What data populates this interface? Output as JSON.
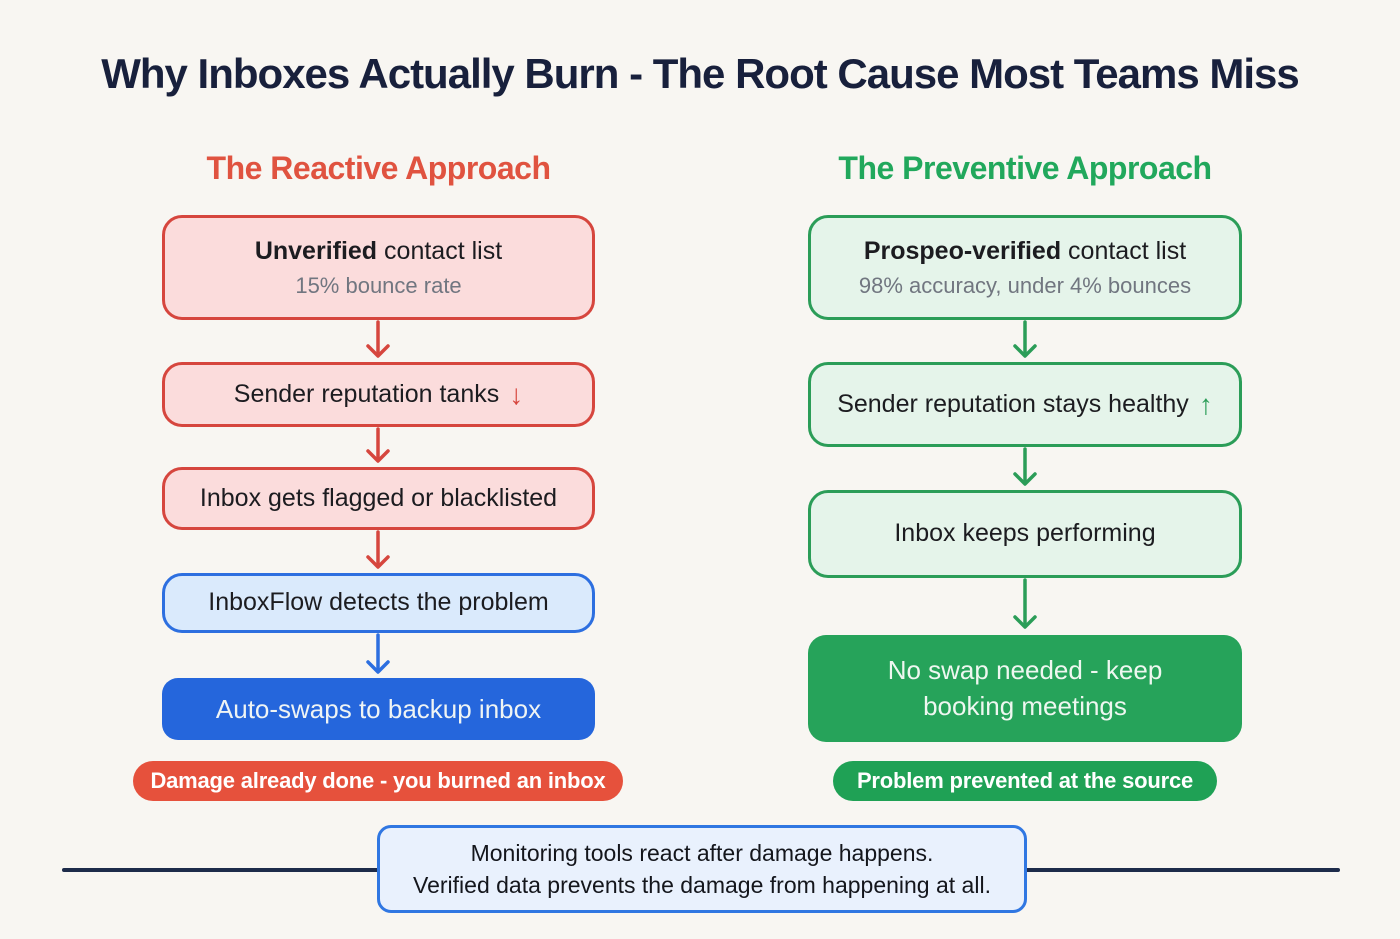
{
  "palette": {
    "background": "#f8f6f2",
    "title_navy": "#18203c",
    "red_border": "#d6463e",
    "red_heading": "#e05340",
    "red_fill": "#fbdcdc",
    "badge_red": "#e6513c",
    "blue_border": "#2d6fe0",
    "blue_fill": "#daeafc",
    "blue_solid": "#2566dc",
    "green_border": "#2b9d58",
    "green_heading": "#21a85c",
    "green_fill": "#e5f4ea",
    "green_solid": "#26a35a",
    "badge_green": "#1fa155",
    "divider_navy": "#1d2b4a",
    "footer_fill": "#e9f1fd",
    "footer_border": "#3077e2"
  },
  "header": {
    "title": "Why Inboxes Actually Burn - The Root Cause Most Teams Miss"
  },
  "reactive": {
    "heading": "The Reactive Approach",
    "step1": {
      "bold": "Unverified",
      "rest": " contact list",
      "subtitle": "15% bounce rate"
    },
    "step2": {
      "text": "Sender reputation tanks",
      "icon": "↓"
    },
    "step3": {
      "text": "Inbox gets flagged or blacklisted"
    },
    "step4": {
      "text": "InboxFlow detects the problem"
    },
    "step5": {
      "text": "Auto-swaps to backup inbox"
    },
    "badge": "Damage already done - you burned an inbox"
  },
  "preventive": {
    "heading": "The Preventive Approach",
    "step1": {
      "bold": "Prospeo-verified",
      "rest": " contact list",
      "subtitle": "98% accuracy, under 4% bounces"
    },
    "step2": {
      "text": "Sender reputation stays healthy",
      "icon": "↑"
    },
    "step3": {
      "text": "Inbox keeps performing"
    },
    "step4": {
      "line1": "No swap needed - keep",
      "line2": "booking meetings"
    },
    "badge": "Problem prevented at the source"
  },
  "footer": {
    "line1": "Monitoring tools react after damage happens.",
    "line2": "Verified data prevents the damage from happening at all."
  }
}
